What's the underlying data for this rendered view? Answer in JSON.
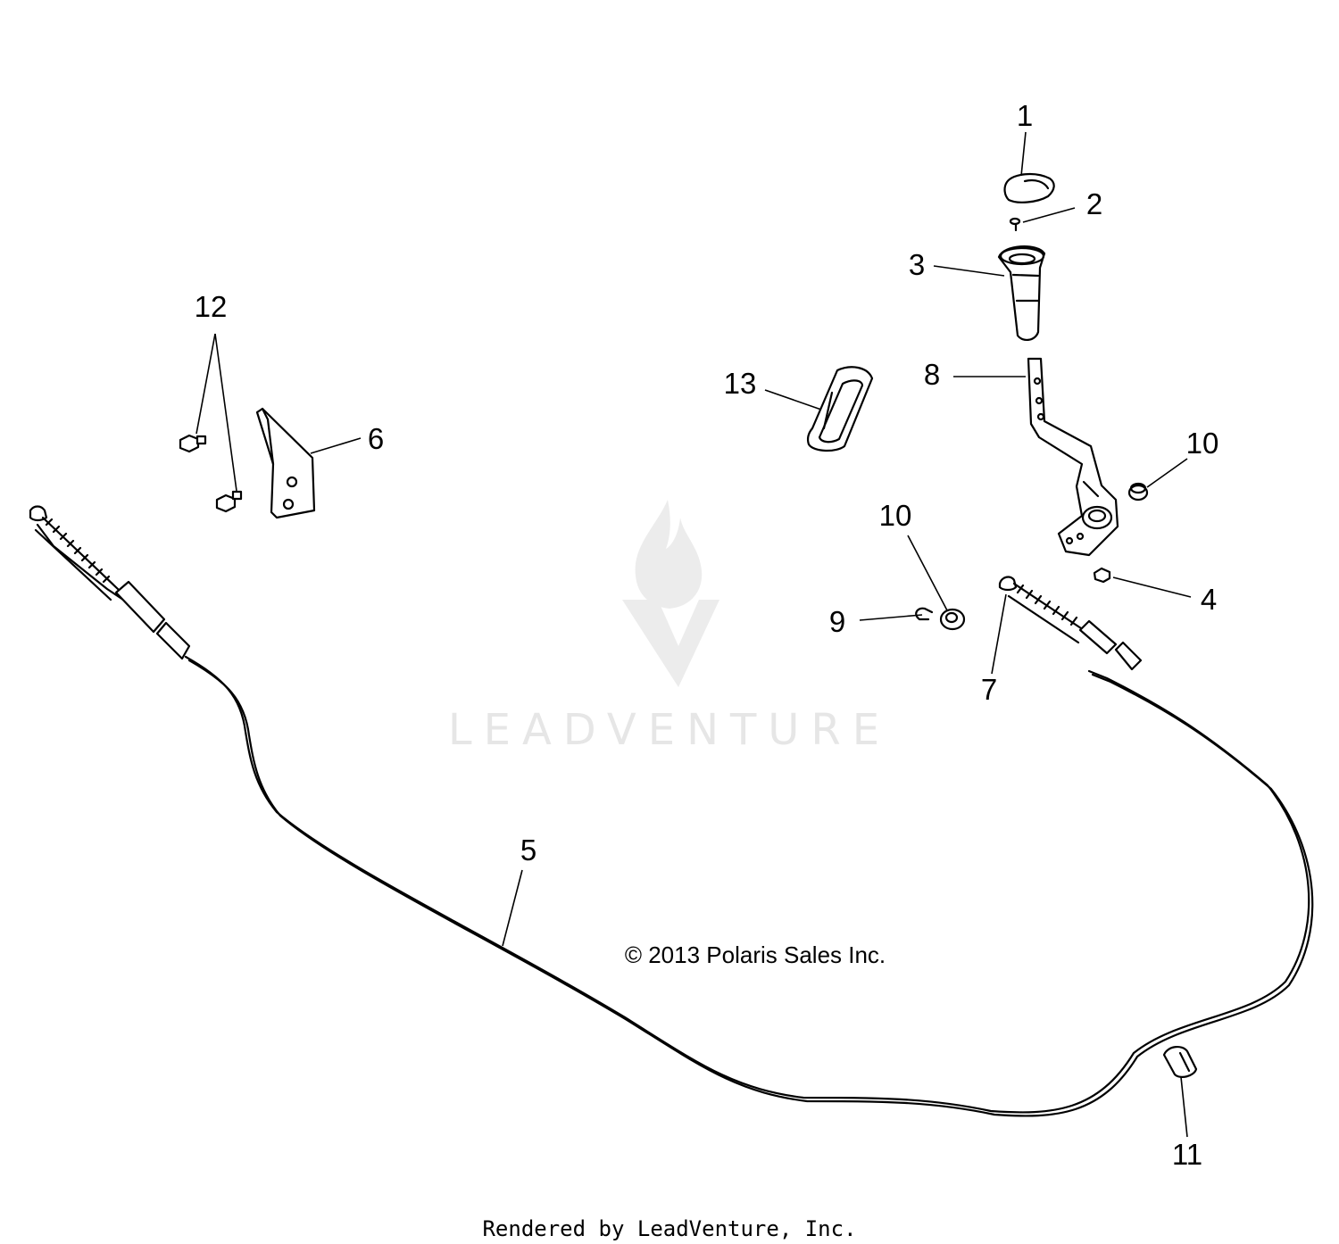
{
  "watermark": {
    "brand": "LEADVENTURE"
  },
  "copyright": "© 2013 Polaris Sales Inc.",
  "footer": "Rendered by LeadVenture, Inc.",
  "callouts": [
    "1",
    "2",
    "3",
    "4",
    "5",
    "6",
    "7",
    "8",
    "9",
    "10",
    "10",
    "11",
    "12",
    "13"
  ],
  "parts": [
    {
      "ref": "1",
      "icon": "knob-cap-icon"
    },
    {
      "ref": "2",
      "icon": "screw-icon"
    },
    {
      "ref": "3",
      "icon": "shift-knob-icon"
    },
    {
      "ref": "4",
      "icon": "nut-icon"
    },
    {
      "ref": "5",
      "icon": "shift-cable-icon"
    },
    {
      "ref": "6",
      "icon": "bracket-icon"
    },
    {
      "ref": "7",
      "icon": "cable-end-icon"
    },
    {
      "ref": "8",
      "icon": "shift-lever-icon"
    },
    {
      "ref": "9",
      "icon": "e-clip-icon"
    },
    {
      "ref": "10",
      "icon": "bushing-icon"
    },
    {
      "ref": "11",
      "icon": "cable-clip-icon"
    },
    {
      "ref": "12",
      "icon": "bolt-icon"
    },
    {
      "ref": "13",
      "icon": "gate-plate-icon"
    }
  ]
}
